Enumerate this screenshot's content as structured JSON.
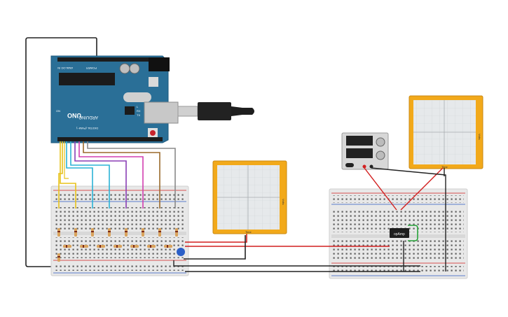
{
  "arduino": {
    "brand": "ARDUINO",
    "model": "UNO",
    "power_label": "POWER",
    "analog_label": "ANALOG IN",
    "digital_label": "DIGITAL (PWM~)",
    "tx_label": "TX",
    "rx_label": "RX",
    "l_label": "L",
    "on_label": "ON",
    "board_color": "#2a6f97"
  },
  "oscilloscope_1": {
    "label": "Time",
    "side_label": "Volts"
  },
  "oscilloscope_2": {
    "label": "Time",
    "side_label": "Volts"
  },
  "opamp": {
    "label": "opAmp"
  },
  "colors": {
    "wire_red": "#d21f1f",
    "wire_black": "#222222",
    "wire_yellow": "#e8c21a",
    "wire_cyan": "#2bb3d6",
    "wire_purple": "#8a3fb5",
    "wire_magenta": "#d23fb0",
    "wire_brown": "#9b6a2c",
    "wire_gray": "#8a8a8a",
    "wire_green": "#27a33a",
    "scope_frame": "#f2a91a"
  }
}
